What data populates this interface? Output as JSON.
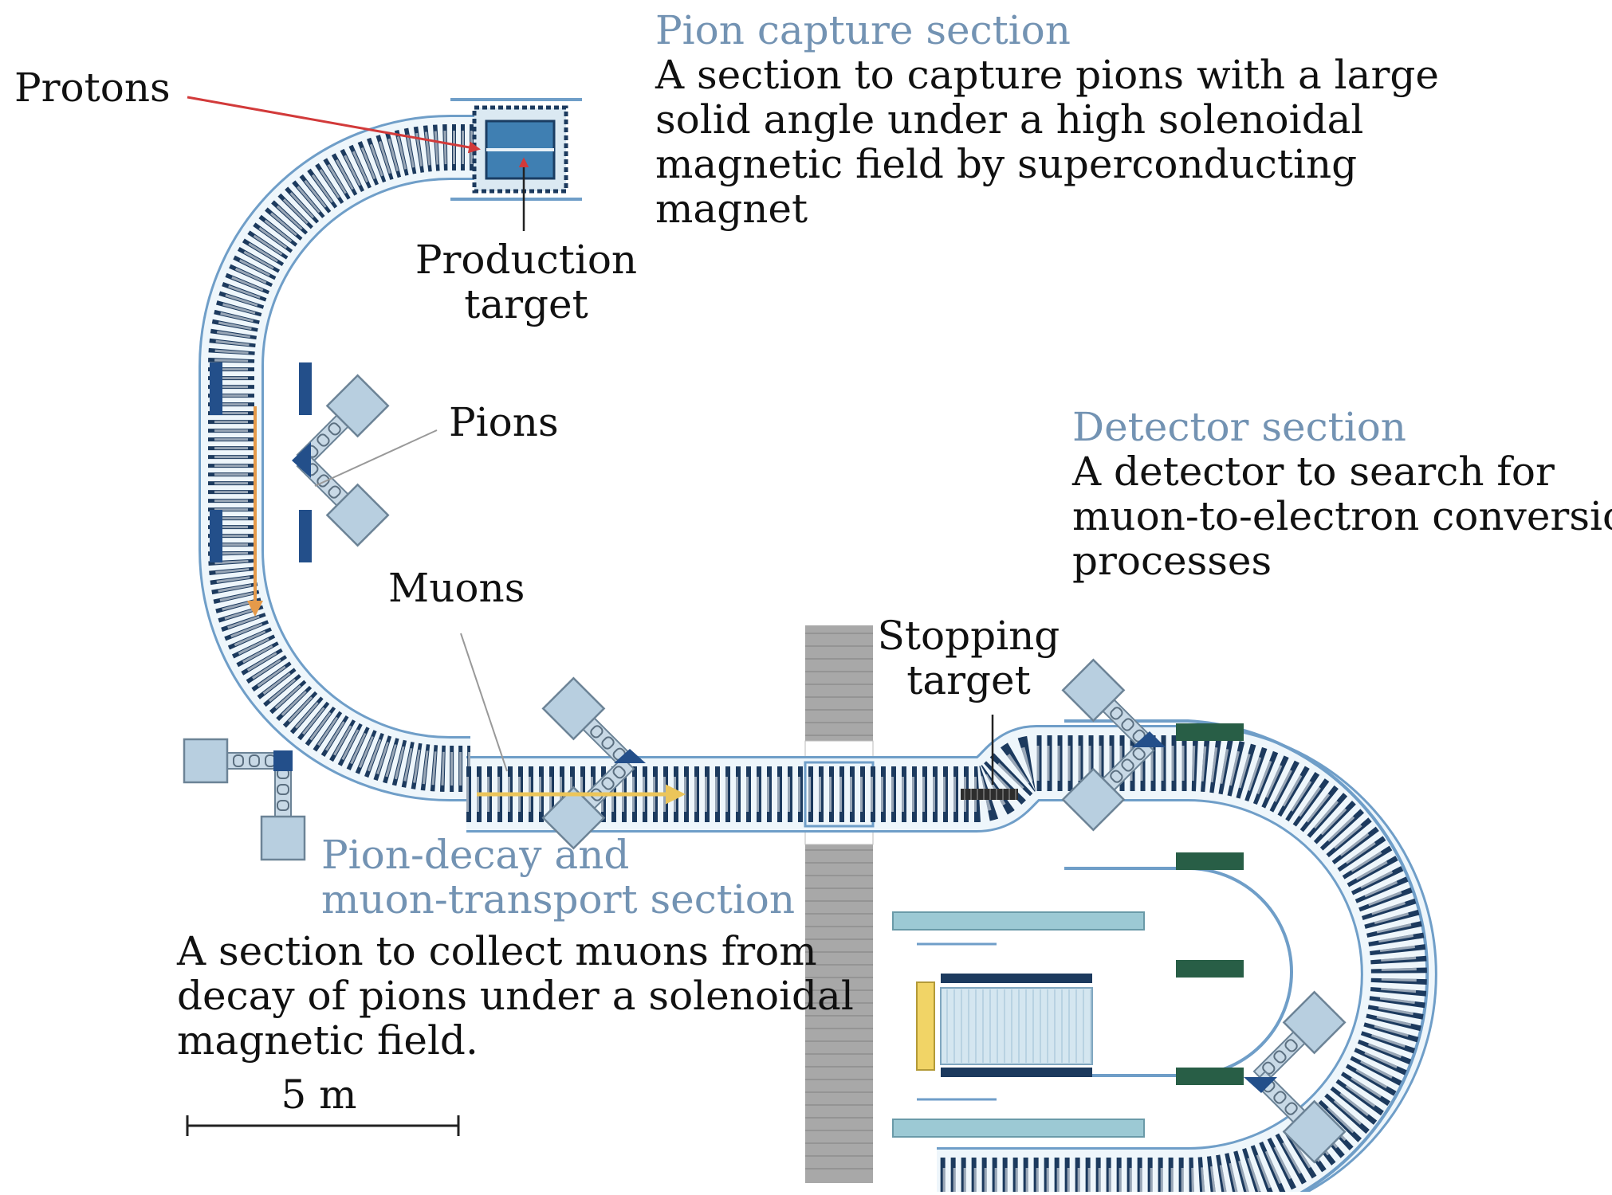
{
  "labels": {
    "protons": "Protons",
    "production_target_l1": "Production",
    "production_target_l2": "target",
    "pions": "Pions",
    "muons": "Muons",
    "stopping_target_l1": "Stopping",
    "stopping_target_l2": "target",
    "scale_bar": "5 m"
  },
  "sections": {
    "pion_capture": {
      "title": "Pion capture section",
      "lines": [
        "A section to capture pions with a large",
        "solid angle under a high solenoidal",
        "magnetic field by superconducting",
        "magnet"
      ]
    },
    "detector": {
      "title": "Detector section",
      "lines": [
        "A detector to search for",
        "muon-to-electron conversion",
        "processes"
      ]
    },
    "pion_decay": {
      "title_l1": "Pion-decay and",
      "title_l2": "muon-transport section",
      "lines": [
        "A section to collect muons from",
        "decay of pions under a solenoidal",
        "magnetic field."
      ]
    }
  },
  "colors": {
    "section_title": "#7393b3",
    "tube_outline": "#6f9ec8",
    "tube_fill": "#eef6fb",
    "coil": "#1c3a5e",
    "proton_arrow": "#d23a3a",
    "pion_arrow": "#e59a4a",
    "muon_arrow": "#ecc55a",
    "magnet_block": "#234f8a",
    "detector_green": "#285e46",
    "wall": "#a8a8a8",
    "pump": "#b8cfe0",
    "bar_blue": "#9cc9d4",
    "target_yellow": "#f1d466"
  }
}
